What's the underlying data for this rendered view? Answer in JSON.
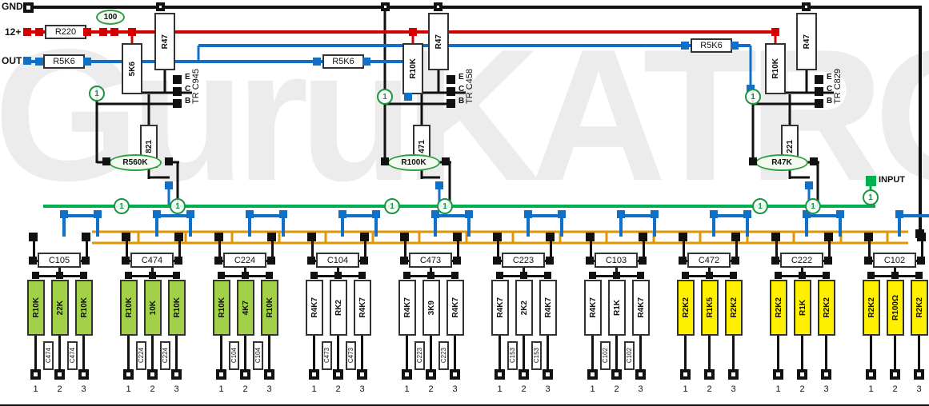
{
  "watermark": "GuruKATRO",
  "labels": {
    "gnd": "GND",
    "vplus": "12+",
    "out": "OUT",
    "input": "INPUT"
  },
  "junction_label": "1",
  "power_components": {
    "r220": "R220",
    "r100": "100"
  },
  "coupling_resistors": [
    "R5K6",
    "R5K6",
    "R5K6"
  ],
  "stages": [
    {
      "transistor": "TR C945",
      "pins": [
        "E",
        "C",
        "B"
      ],
      "load": "R47",
      "bias": "5K6",
      "emitter": "821",
      "feedback": "R560K"
    },
    {
      "transistor": "TR C458",
      "pins": [
        "E",
        "C",
        "B"
      ],
      "load": "R47",
      "bias": "R10K",
      "emitter": "471",
      "feedback": "R100K"
    },
    {
      "transistor": "TR C829",
      "pins": [
        "E",
        "C",
        "B"
      ],
      "load": "R47",
      "bias": "R10K",
      "emitter": "221",
      "feedback": "R47K"
    }
  ],
  "bands": [
    {
      "cap": "C105",
      "resistors": [
        "R10K",
        "22K",
        "R10K"
      ],
      "sub_caps": [
        "C474",
        "C474"
      ],
      "color": "green",
      "pins": [
        "1",
        "2",
        "3"
      ]
    },
    {
      "cap": "C474",
      "resistors": [
        "R10K",
        "10K",
        "R10K"
      ],
      "sub_caps": [
        "C224",
        "C224"
      ],
      "color": "green",
      "pins": [
        "1",
        "2",
        "3"
      ]
    },
    {
      "cap": "C224",
      "resistors": [
        "R10K",
        "4K7",
        "R10K"
      ],
      "sub_caps": [
        "C104",
        "C104"
      ],
      "color": "green",
      "pins": [
        "1",
        "2",
        "3"
      ]
    },
    {
      "cap": "C104",
      "resistors": [
        "R4K7",
        "RK2",
        "R4K7"
      ],
      "sub_caps": [
        "C473",
        "C473"
      ],
      "color": "white",
      "pins": [
        "1",
        "2",
        "3"
      ]
    },
    {
      "cap": "C473",
      "resistors": [
        "R4K7",
        "3K9",
        "R4K7"
      ],
      "sub_caps": [
        "C223",
        "C223"
      ],
      "color": "white",
      "pins": [
        "1",
        "2",
        "3"
      ]
    },
    {
      "cap": "C223",
      "resistors": [
        "R4K7",
        "2K2",
        "R4K7"
      ],
      "sub_caps": [
        "C153",
        "C153"
      ],
      "color": "white",
      "pins": [
        "1",
        "2",
        "3"
      ]
    },
    {
      "cap": "C103",
      "resistors": [
        "R4K7",
        "R1K",
        "R4K7"
      ],
      "sub_caps": [
        "C102",
        "C102"
      ],
      "color": "white",
      "pins": [
        "1",
        "2",
        "3"
      ]
    },
    {
      "cap": "C472",
      "resistors": [
        "R2K2",
        "R1K5",
        "R2K2"
      ],
      "sub_caps": [],
      "color": "yellow",
      "pins": [
        "1",
        "2",
        "3"
      ]
    },
    {
      "cap": "C222",
      "resistors": [
        "R2K2",
        "R1K",
        "R2K2"
      ],
      "sub_caps": [],
      "color": "yellow",
      "pins": [
        "1",
        "2",
        "3"
      ]
    },
    {
      "cap": "C102",
      "resistors": [
        "R2K2",
        "R100Ω",
        "R2K2"
      ],
      "sub_caps": [],
      "color": "yellow",
      "pins": [
        "1",
        "2",
        "3"
      ]
    }
  ],
  "colors": {
    "gnd_wire": "#111111",
    "power_wire": "#d40000",
    "signal_wire": "#1070c8",
    "input_bus": "#00b050",
    "weave_wire": "#e09600",
    "band_green": "#a2d048",
    "band_yellow": "#ffef00",
    "junction_green": "#1a9641"
  }
}
